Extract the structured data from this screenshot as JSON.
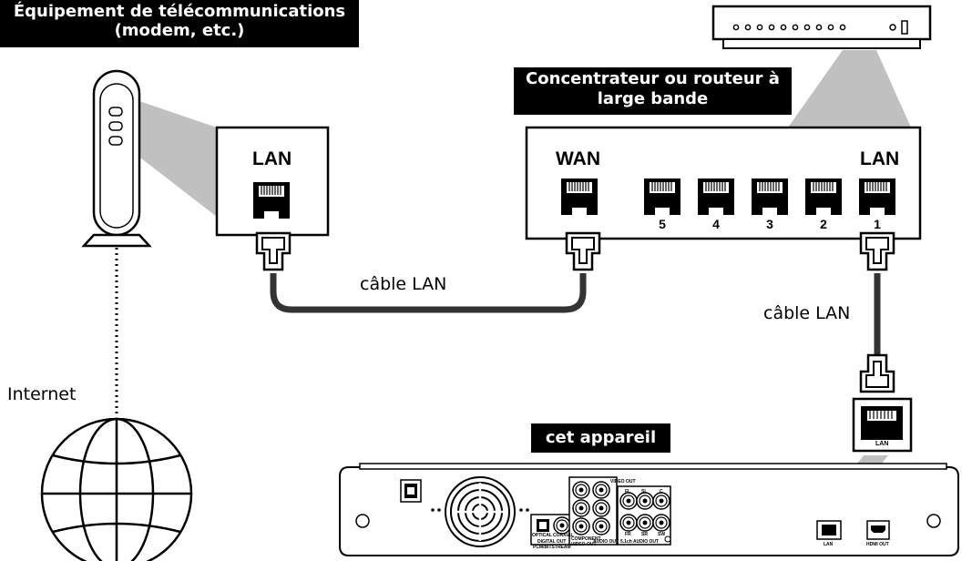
{
  "labels": {
    "telecom_title": "Équipement de télécommunications",
    "telecom_subtitle": "(modem, etc.)",
    "router_title_line1": "Concentrateur ou routeur à",
    "router_title_line2": "large bande",
    "device_title": "cet appareil",
    "cable1": "câble LAN",
    "cable2": "câble LAN",
    "internet": "Internet"
  },
  "ports": {
    "modem_lan": "LAN",
    "router_wan": "WAN",
    "router_lan": "LAN",
    "numbers": [
      "5",
      "4",
      "3",
      "2",
      "1"
    ],
    "device_lan_port": "LAN"
  },
  "back_panel": {
    "optical": "OPTICAL",
    "coaxial": "COAXIAL",
    "digital_out_1": "DIGITAL OUT",
    "digital_out_2": "PCM/BITSTREAM",
    "component": "COMPONENT",
    "video_out": "VIDEO OUT",
    "audio_out": "AUDIO OUT",
    "video_out_top": "VIDEO OUT",
    "ch_audio_out": "5.1ch AUDIO OUT",
    "fl": "FL",
    "sl": "SL",
    "c": "C",
    "fr": "FR",
    "sr": "SR",
    "sw": "SW",
    "lan": "LAN",
    "hdmi_out": "HDMI OUT"
  },
  "colors": {
    "label_bg": "#000000",
    "label_fg": "#ffffff",
    "callout_gray": "#c0c0c0",
    "cable": "#333333"
  }
}
